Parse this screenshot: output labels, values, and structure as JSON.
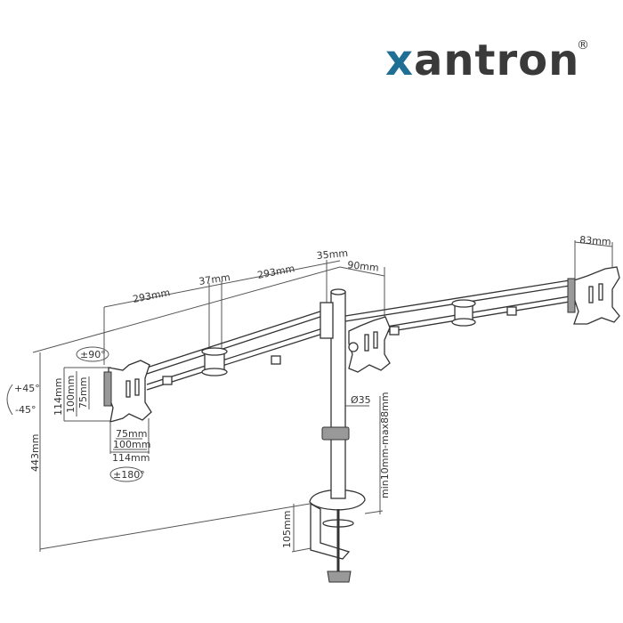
{
  "logo": {
    "brand_first": "x",
    "brand_rest": "antron",
    "registered": "®",
    "accent_color": "#1f6e94",
    "text_color": "#3a3a3a"
  },
  "dimensions": {
    "arm_left_length": "293mm",
    "arm_right_length": "293mm",
    "arm_joint_width": "37mm",
    "pole_offset": "35mm",
    "pole_depth": "90mm",
    "plate_depth": "83mm",
    "rotate": "±90°",
    "tilt_up": "+45°",
    "tilt_down": "-45°",
    "vesa_v_114": "114mm",
    "vesa_v_100": "100mm",
    "vesa_v_75": "75mm",
    "vesa_h_75": "75mm",
    "vesa_h_100": "100mm",
    "vesa_h_114": "114mm",
    "swivel": "±180°",
    "height": "443mm",
    "pole_diameter": "Ø35",
    "desk_thickness": "min10mm-max88mm",
    "clamp_depth": "105mm"
  }
}
